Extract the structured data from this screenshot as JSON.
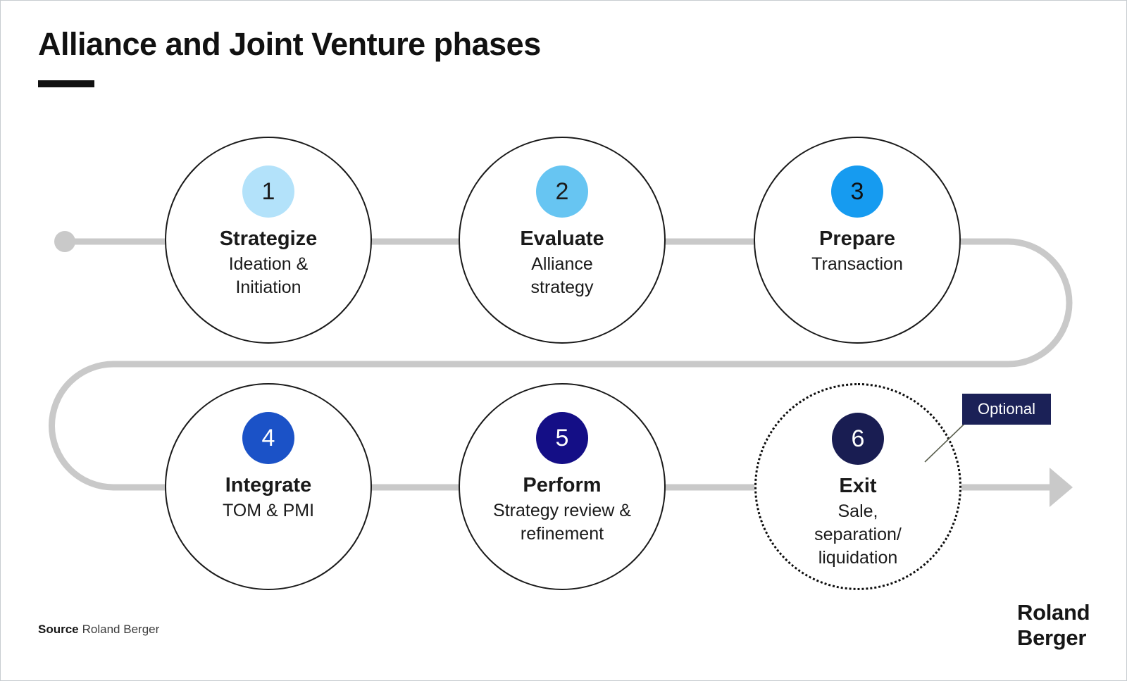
{
  "title": "Alliance and Joint Venture phases",
  "optional_label": "Optional",
  "source": {
    "label": "Source",
    "value": "Roland Berger"
  },
  "logo": {
    "line1": "Roland",
    "line2": "Berger"
  },
  "colors": {
    "connector_gray": "#c9c9c9",
    "circle_border": "#1a1a1a",
    "optional_bg": "#1b2157",
    "optional_text": "#ffffff",
    "pointer_line": "#5a5f4e",
    "title_black": "#111111"
  },
  "phases": [
    {
      "number": "1",
      "name": "Strategize",
      "subtitle": "Ideation &\nInitiation",
      "badge_color": "#b3e2fa",
      "number_color": "#1c1c1c",
      "optional": false
    },
    {
      "number": "2",
      "name": "Evaluate",
      "subtitle": "Alliance\nstrategy",
      "badge_color": "#67c5f2",
      "number_color": "#1c1c1c",
      "optional": false
    },
    {
      "number": "3",
      "name": "Prepare",
      "subtitle": "Transaction",
      "badge_color": "#169bf0",
      "number_color": "#101010",
      "optional": false
    },
    {
      "number": "4",
      "name": "Integrate",
      "subtitle": "TOM & PMI",
      "badge_color": "#1b52c7",
      "number_color": "#ffffff",
      "optional": false
    },
    {
      "number": "5",
      "name": "Perform",
      "subtitle": "Strategy review &\nrefinement",
      "badge_color": "#140e86",
      "number_color": "#ffffff",
      "optional": false
    },
    {
      "number": "6",
      "name": "Exit",
      "subtitle": "Sale,\nseparation/\nliquidation",
      "badge_color": "#191d52",
      "number_color": "#ffffff",
      "optional": true
    }
  ]
}
